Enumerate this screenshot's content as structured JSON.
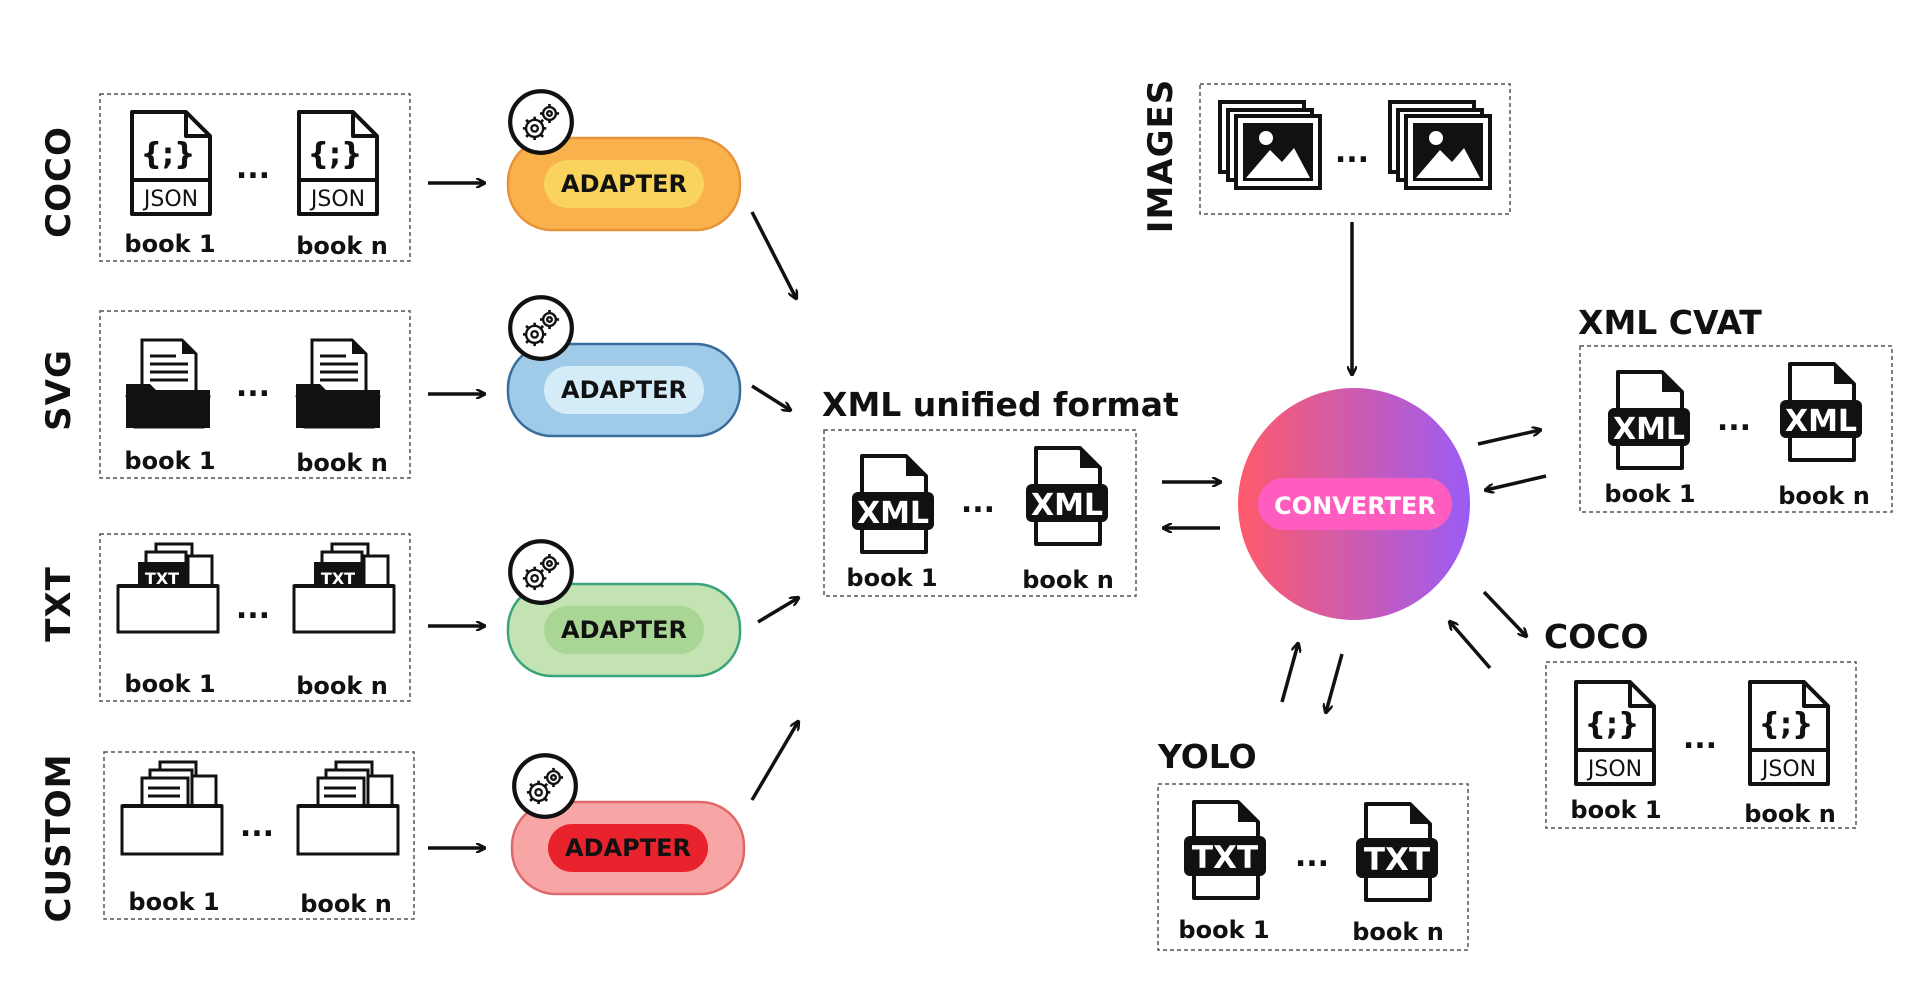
{
  "ellipsis": "...",
  "book_first": "book 1",
  "book_last": "book n",
  "sources": [
    {
      "label": "COCO",
      "icon": "json-file-icon",
      "adapter": "ADAPTER",
      "outer": "#f9b14b",
      "inner": "#f9d35c",
      "text": "#111111"
    },
    {
      "label": "SVG",
      "icon": "document-folder-icon",
      "adapter": "ADAPTER",
      "outer": "#9fcbe8",
      "inner": "#d4ecf8",
      "text": "#111111"
    },
    {
      "label": "TXT",
      "icon": "txt-folder-icon",
      "adapter": "ADAPTER",
      "outer": "#c4e3b3",
      "inner": "#a9d694",
      "text": "#111111"
    },
    {
      "label": "CUSTOM",
      "icon": "folder-stack-icon",
      "adapter": "ADAPTER",
      "outer": "#f7a5a5",
      "inner": "#e8232d",
      "text": "#111111"
    }
  ],
  "unified": {
    "title": "XML unified format",
    "icon": "xml-file-icon"
  },
  "images": {
    "label": "IMAGES",
    "icon": "image-stack-icon"
  },
  "converter": {
    "label": "CONVERTER",
    "gradient_start": "#ff5a6a",
    "gradient_end": "#9b5cf5",
    "pill": "#ff5cc0"
  },
  "outputs": [
    {
      "title": "XML CVAT",
      "icon": "xml-file-icon"
    },
    {
      "title": "COCO",
      "icon": "json-file-icon"
    },
    {
      "title": "YOLO",
      "icon": "txt-file-icon"
    }
  ]
}
